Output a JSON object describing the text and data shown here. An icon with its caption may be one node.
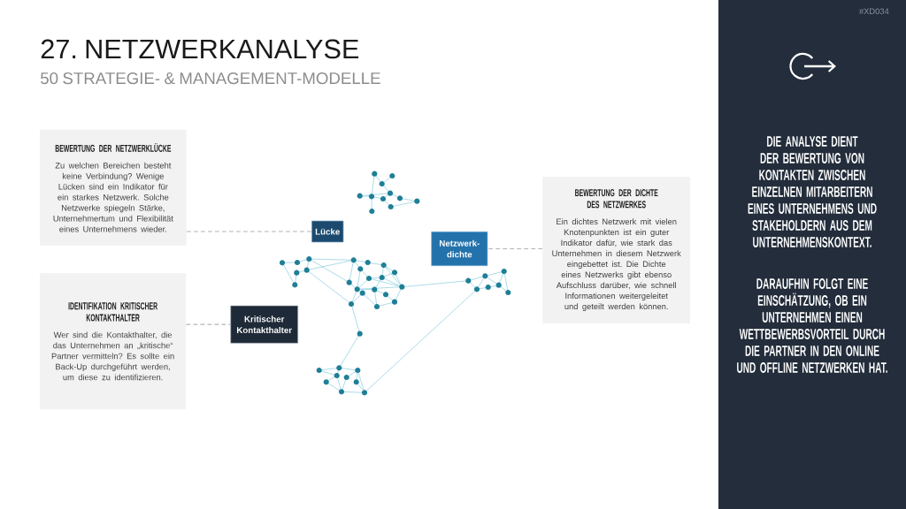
{
  "diagram": {
    "title": "27. NETZWERKANALYSE",
    "nodes": [
      {
        "text": [
          "BEWERTUNG DER NETZWERKLÜCKE",
          "Zu welchen Bereichen besteht keine Verbindung? Wenige Lücken sind ein Indikator für ein starkes Netzwerk. Solche Netzwerke spiegeln Stärke, Unternehmertum und Flexibilität eines Unternehmens wieder."
        ]
      },
      {
        "text": [
          "IDENTIFIKATION KRITISCHER KONTAKTHALTER",
          "Wer sind die Kontakthalter, die das Unternehmen an „kritische“ Partner vermitteln? Es sollte ein Back-Up durchgeführt werden, um diese zu identifizieren."
        ]
      },
      {
        "text": [
          "Lücke"
        ]
      },
      {
        "text": [
          "Kritischer Kontakthalter"
        ]
      },
      {
        "text": [
          "Netzwerk- dichte"
        ]
      },
      {
        "text": [
          "BEWERTUNG DER DICHTE DES NETZWERKES",
          "Ein dichtes Netzwerk mit vielen Knotenpunkten ist ein guter Indikator dafür, wie stark das Unternehmen in diesem Netzwerk eingebettet ist. Die Dichte eines Netzwerks gibt ebenso Aufschluss darüber, wie schnell Informationen weitergeleitet und geteilt werden können."
        ]
      },
      {
        "text": [
          "DIE ANALYSE DIENT DER BEWERTUNG VON KONTAKTEN ZWISCHEN EINZELNEN MITARBEITERN EINES UNTERNEHMENS UND STAKEHOLDERN AUS DEM UNTERNEHMENSKONTEXT.",
          "DARAUFHIN FOLGT EINE EINSCHÄTZUNG, OB EIN UNTERNEHMEN EINEN WETTBEWERBSVORTEIL DURCH DIE PARTNER IN DEN ONLINE UND OFFLINE NETZWERKEN HAT."
        ]
      }
    ],
    "edges": [
      {
        "from": 0,
        "to": 2,
        "arrow": "none",
        "style": "dashed"
      },
      {
        "from": 1,
        "to": 3,
        "arrow": "none",
        "style": "dashed"
      },
      {
        "from": 5,
        "to": 4,
        "arrow": "none",
        "style": "dashed"
      }
    ],
    "labels": [
      "#XD034",
      "50 STRATEGIE- & MANAGEMENT-MODELLE"
    ]
  }
}
